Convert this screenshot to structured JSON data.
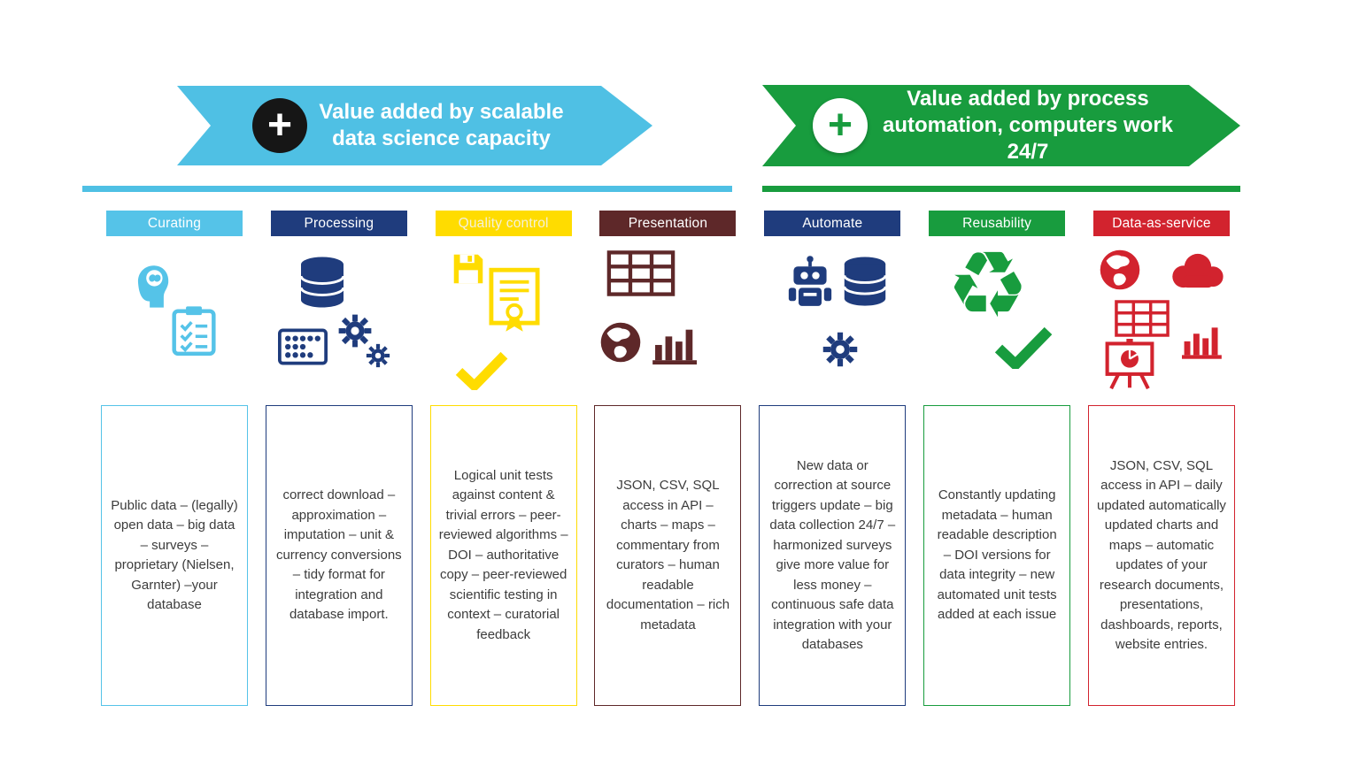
{
  "banners": [
    {
      "line1": "Value added by scalable",
      "line2": "data science capacity",
      "color": "#4FC0E4",
      "underline_color": "#4FC0E4",
      "plus": "+",
      "circle_bg": "#161616",
      "plus_color": "#ffffff"
    },
    {
      "line1": "Value added by process",
      "line2": "automation, computers work 24/7",
      "color": "#189C3E",
      "underline_color": "#189C3E",
      "plus": "+",
      "circle_bg": "#ffffff",
      "plus_color": "#189C3E"
    }
  ],
  "columns": [
    {
      "header": "Curating",
      "color": "#55C3E8",
      "header_text_color": "#ffffff",
      "body": "Public data – (legally) open data – big data – surveys – proprietary (Nielsen, Garnter) –your database"
    },
    {
      "header": "Processing",
      "color": "#1F3C7D",
      "header_text_color": "#ffffff",
      "body": "correct download – approximation – imputation – unit & currency conversions – tidy format for integration and database import."
    },
    {
      "header": "Quality control",
      "color": "#FFDC00",
      "header_text_color": "#F5F0DA",
      "body": "Logical unit tests against content & trivial errors – peer-reviewed algorithms – DOI – authoritative copy – peer-reviewed scientific testing in context – curatorial feedback"
    },
    {
      "header": "Presentation",
      "color": "#5E2829",
      "header_text_color": "#ffffff",
      "body": "JSON, CSV, SQL access in API – charts – maps – commentary from curators – human readable documentation – rich metadata"
    },
    {
      "header": "Automate",
      "color": "#1F3C7D",
      "header_text_color": "#ffffff",
      "body": "New data or correction at source triggers update – big data collection 24/7 – harmonized surveys give more value for less money – continuous safe data integration with your databases"
    },
    {
      "header": "Reusability",
      "color": "#189C3E",
      "header_text_color": "#ffffff",
      "body": "Constantly updating metadata – human readable description – DOI versions for data integrity – new automated unit tests added at each issue"
    },
    {
      "header": "Data-as-service",
      "color": "#D2232E",
      "header_text_color": "#ffffff",
      "body": "JSON, CSV, SQL access in API – daily updated automatically updated charts and maps – automatic updates of your research documents, presentations, dashboards, reports, website entries."
    }
  ],
  "glyphs": {
    "recycle": "♻"
  },
  "icon_names": {
    "curating": [
      "brain-head-icon",
      "checklist-clipboard-icon"
    ],
    "processing": [
      "database-icon",
      "abacus-icon",
      "gear-icon",
      "gear-icon"
    ],
    "quality_control": [
      "floppy-disk-icon",
      "certificate-icon",
      "checkmark-icon"
    ],
    "presentation": [
      "table-icon",
      "globe-icon",
      "bar-chart-icon"
    ],
    "automate": [
      "robot-icon",
      "database-icon",
      "gear-icon"
    ],
    "reusability": [
      "recycle-icon",
      "checkmark-icon"
    ],
    "data_as_service": [
      "globe-icon",
      "cloud-icon",
      "table-icon",
      "pie-presentation-icon",
      "bar-chart-icon"
    ]
  }
}
